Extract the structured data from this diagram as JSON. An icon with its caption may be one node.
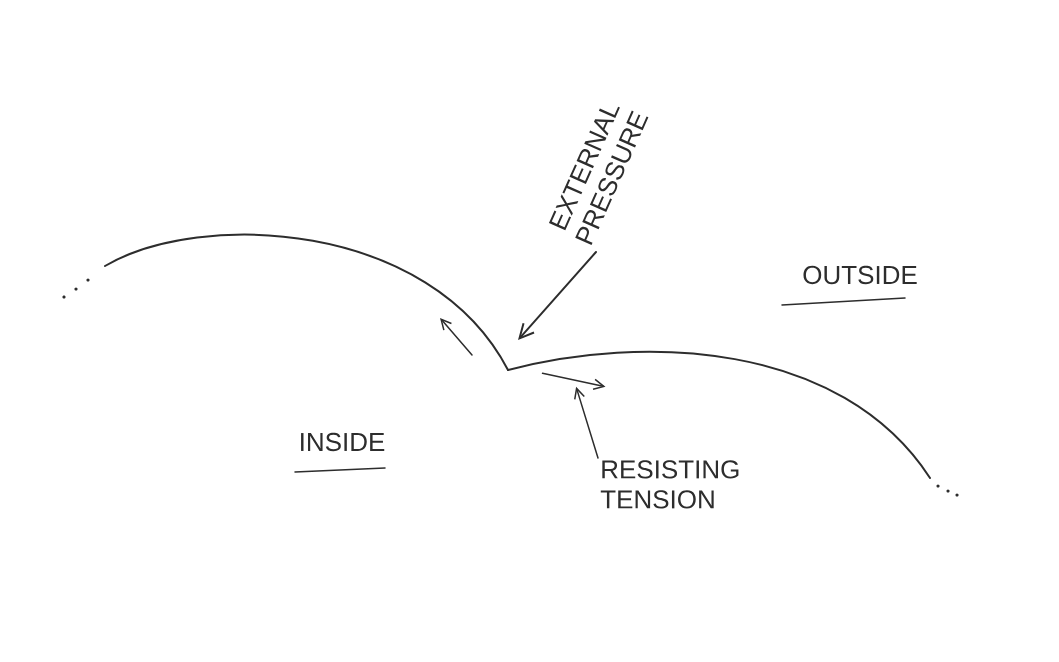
{
  "diagram": {
    "nodes": [
      {
        "text": [
          "RESISTING TENSION"
        ]
      },
      {
        "text": [],
        "shape": "arrow"
      }
    ],
    "edges": [
      {
        "from": 0,
        "to": 1,
        "arrow": "to"
      }
    ],
    "labels": [
      "EXTERNAL PRESSURE",
      "OUTSIDE",
      "INSIDE"
    ]
  }
}
